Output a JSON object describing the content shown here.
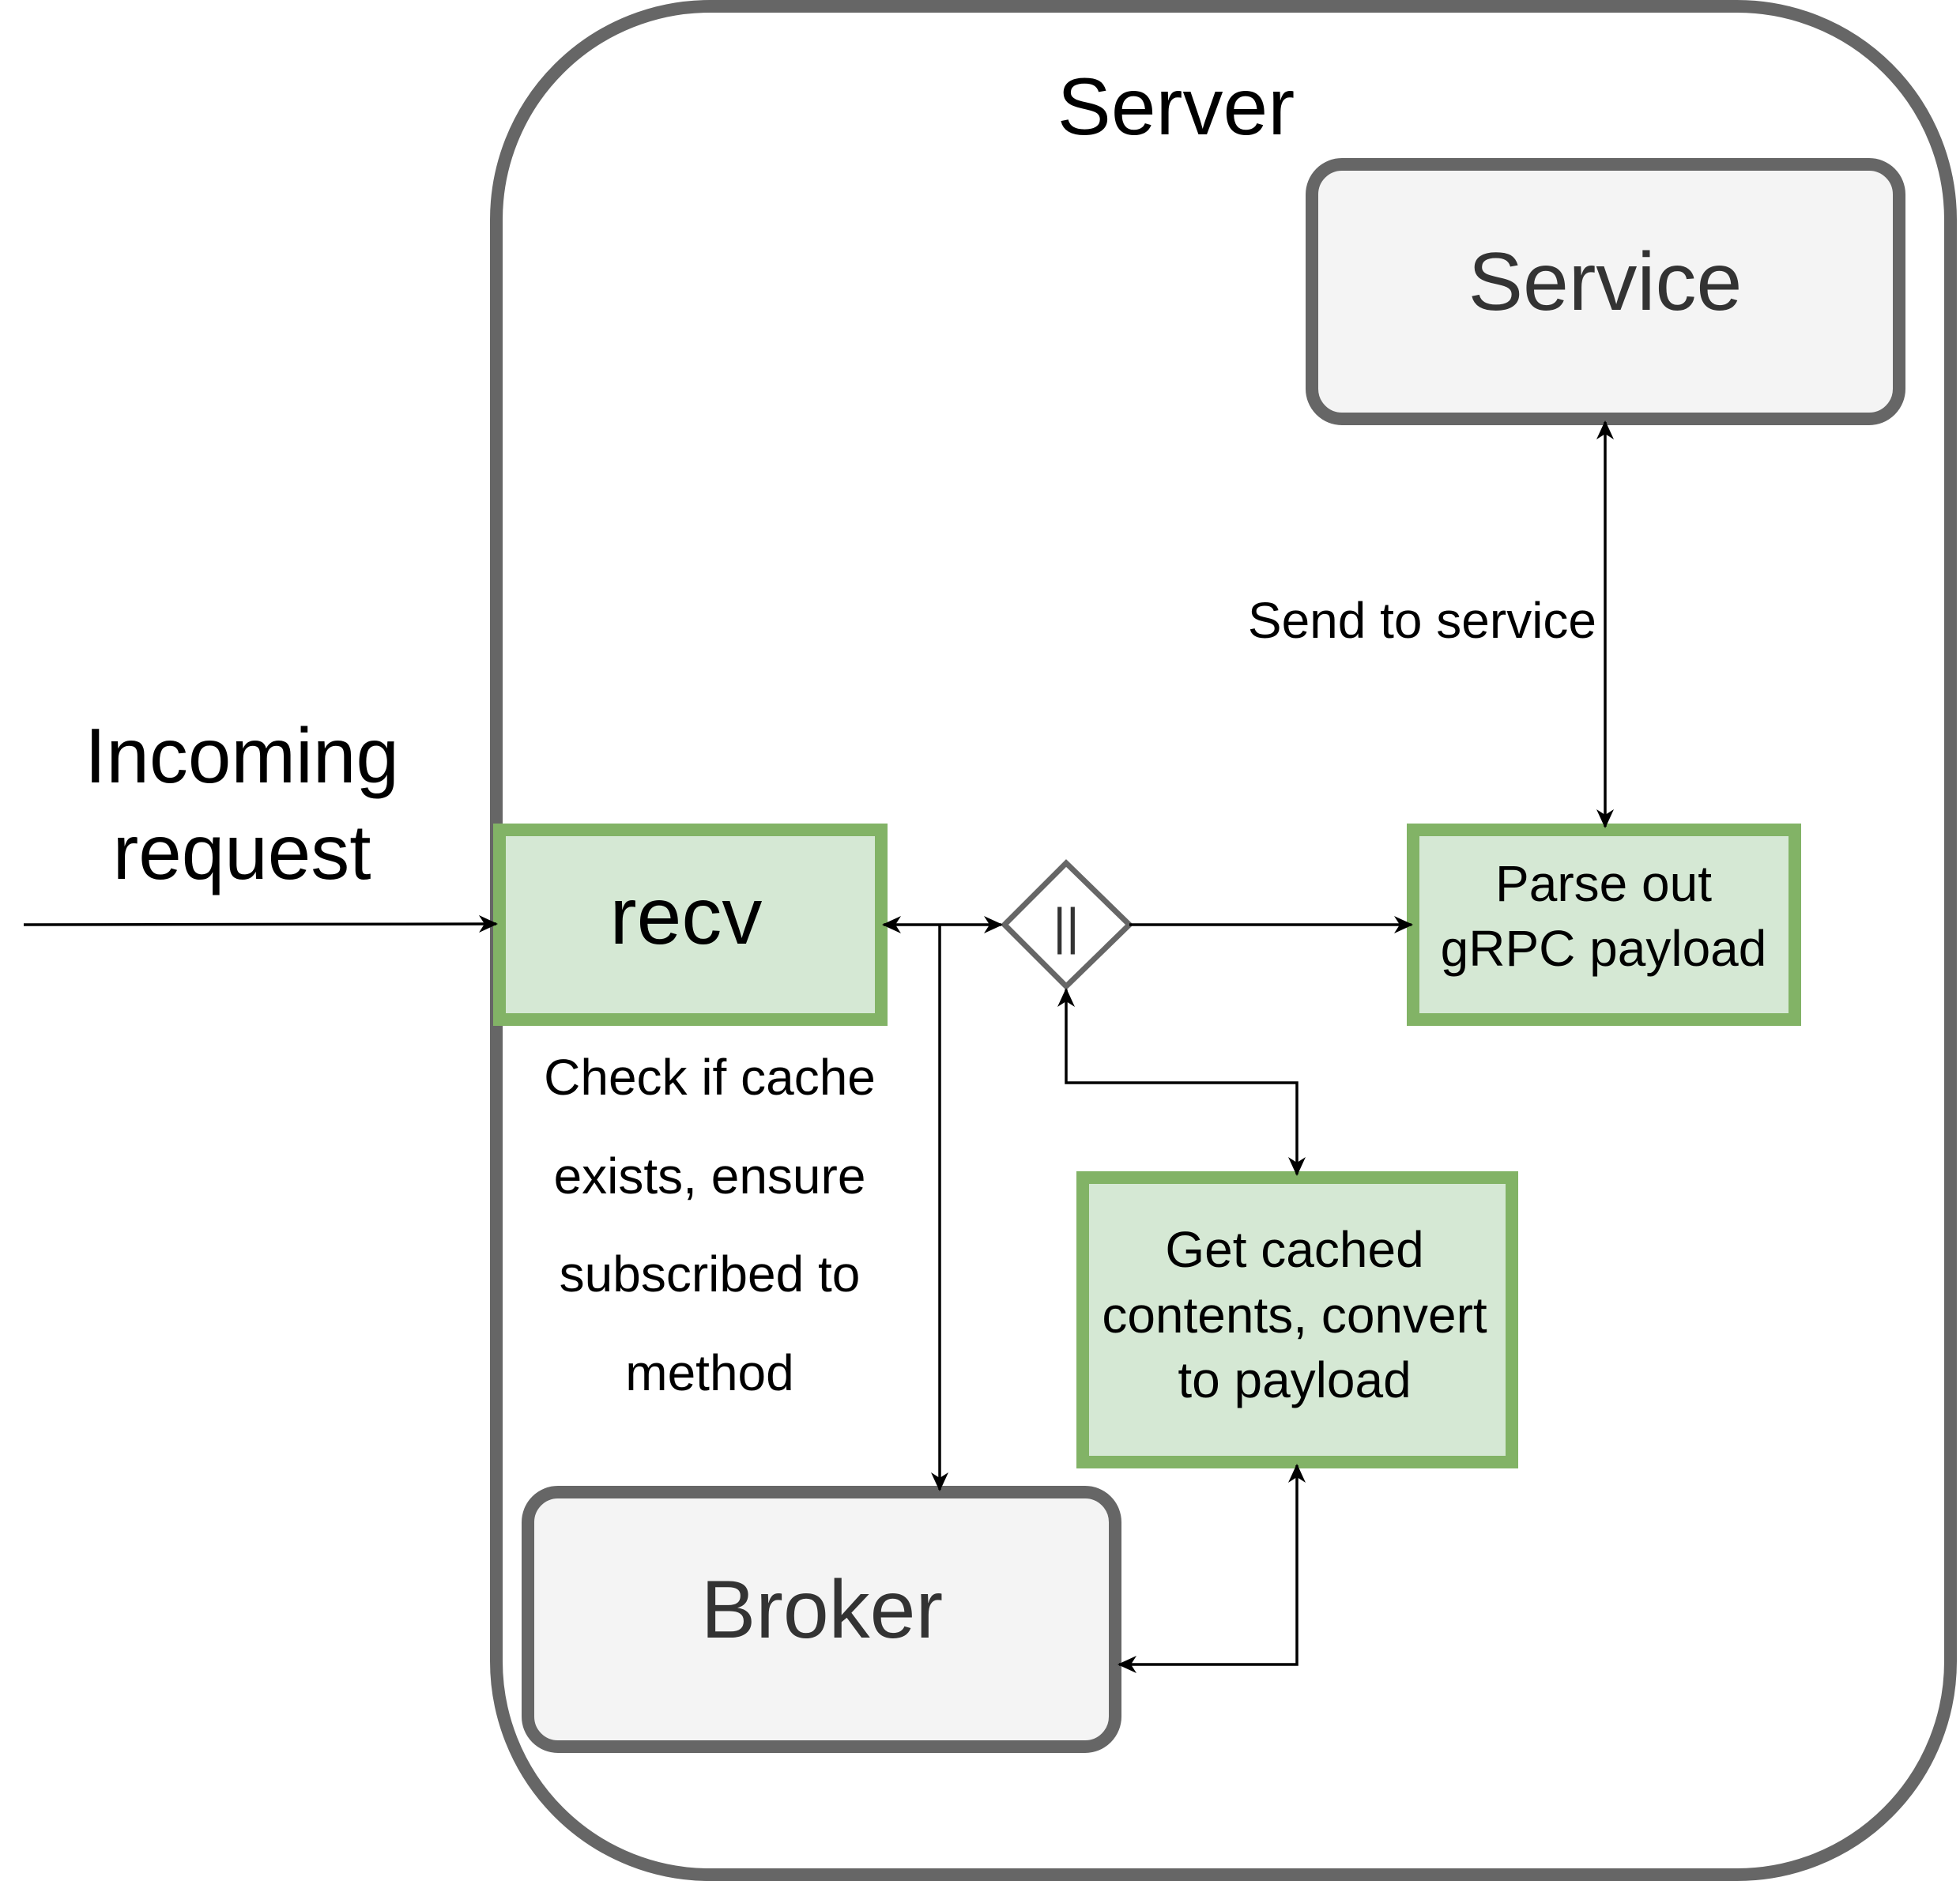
{
  "diagram": {
    "server": {
      "label": "Server"
    },
    "service": {
      "label": "Service"
    },
    "broker": {
      "label": "Broker"
    },
    "recv": {
      "label": "recv"
    },
    "incoming": {
      "line1": "Incoming",
      "line2": "request"
    },
    "parse": {
      "line1": "Parse out",
      "line2": "gRPC payload"
    },
    "cached": {
      "line1": "Get cached",
      "line2": "contents, convert",
      "line3": "to payload"
    },
    "check": {
      "line1": "Check if cache",
      "line2": "exists, ensure",
      "line3": "subscribed to",
      "line4": "method"
    },
    "send_to_service": {
      "label": "Send to service"
    },
    "gateway": {
      "symbol": "||"
    }
  },
  "colors": {
    "container_stroke": "#666666",
    "gray_fill": "#f4f4f4",
    "green_fill": "#d5e8d4",
    "green_stroke": "#82b366",
    "line": "#000000",
    "text_dark": "#333333",
    "text": "#000000"
  }
}
